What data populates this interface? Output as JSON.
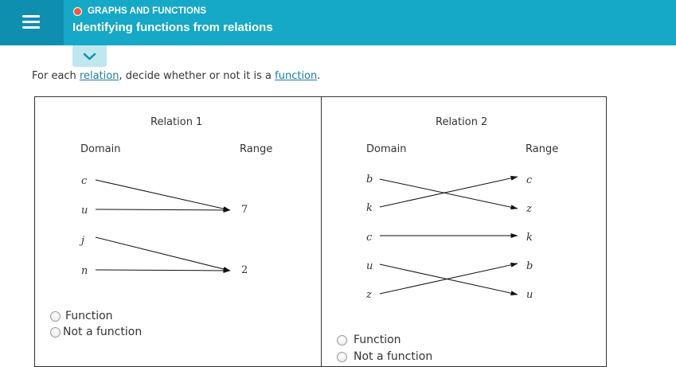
{
  "header": {
    "topic": "GRAPHS AND FUNCTIONS",
    "title": "Identifying functions from relations",
    "accent_color": "#15a8c7",
    "dot_color": "#f15a3a"
  },
  "prompt": {
    "before": "For each ",
    "link1": "relation",
    "middle": ", decide whether or not it is a ",
    "link2": "function",
    "after": "."
  },
  "relation1": {
    "title": "Relation 1",
    "domain_label": "Domain",
    "range_label": "Range",
    "domain": [
      "c",
      "u",
      "j",
      "n"
    ],
    "range": [
      "7",
      "2"
    ],
    "mappings": [
      [
        "c",
        "7"
      ],
      [
        "u",
        "7"
      ],
      [
        "j",
        "2"
      ],
      [
        "n",
        "2"
      ]
    ],
    "options": [
      "Function",
      "Not a function"
    ],
    "selected": null
  },
  "relation2": {
    "title": "Relation 2",
    "domain_label": "Domain",
    "range_label": "Range",
    "domain": [
      "b",
      "k",
      "c",
      "u",
      "z"
    ],
    "range": [
      "c",
      "z",
      "k",
      "b",
      "u"
    ],
    "mappings": [
      [
        "b",
        "z"
      ],
      [
        "k",
        "c"
      ],
      [
        "c",
        "k"
      ],
      [
        "u",
        "u"
      ],
      [
        "z",
        "b"
      ]
    ],
    "options": [
      "Function",
      "Not a function"
    ],
    "selected": null
  }
}
